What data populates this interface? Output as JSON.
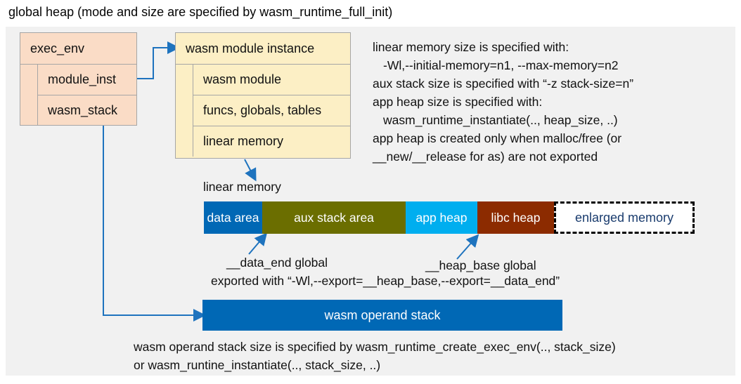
{
  "title": "global heap (mode and size are specified by wasm_runtime_full_init)",
  "exec_env": {
    "header": "exec_env",
    "rows": [
      {
        "label": "module_inst"
      },
      {
        "label": "wasm_stack"
      }
    ]
  },
  "module_instance": {
    "header": "wasm module instance",
    "rows": [
      {
        "label": "wasm module"
      },
      {
        "label": "funcs, globals, tables"
      },
      {
        "label": "linear memory"
      }
    ]
  },
  "notes_right": {
    "lines": [
      "linear memory size is specified with:",
      "-Wl,--initial-memory=n1, --max-memory=n2",
      "aux stack size is specified with “-z stack-size=n”",
      "app heap size is specified with:",
      "wasm_runtime_instantiate(.., heap_size, ..)",
      "app heap is created only when malloc/free (or",
      "__new/__release for as) are not exported"
    ]
  },
  "linear_memory": {
    "label": "linear memory",
    "segments": [
      {
        "label": "data area",
        "color": "#0068B5",
        "text_color": "#FFFFFF"
      },
      {
        "label": "aux stack area",
        "color": "#6B6E00",
        "text_color": "#FFFFFF"
      },
      {
        "label": "app heap",
        "color": "#00AEEF",
        "text_color": "#FFFFFF"
      },
      {
        "label": "libc heap",
        "color": "#8C2B00",
        "text_color": "#FFFFFF"
      },
      {
        "label": "enlarged memory",
        "color": "#FFFFFF",
        "text_color": "#1A3C6E"
      }
    ]
  },
  "annotations": {
    "data_end": "__data_end global",
    "heap_base": "__heap_base global",
    "exported": "exported with “-Wl,--export=__heap_base,--export=__data_end”"
  },
  "operand_stack": {
    "label": "wasm operand stack"
  },
  "notes_bottom": {
    "line1": "wasm operand stack size is specified by wasm_runtime_create_exec_env(.., stack_size)",
    "line2": "or wasm_runtine_instantiate(.., stack_size, ..)"
  },
  "colors": {
    "panel_bg": "#F1F1F1",
    "box_pink": "#FADCC6",
    "box_cream": "#FCEFC5",
    "box_border": "#A6A6A6",
    "bar_blue": "#0068B5",
    "bar_olive": "#6B6E00",
    "bar_cyan": "#00AEEF",
    "bar_maroon": "#8C2B00",
    "navy_text": "#1A3C6E",
    "arrow_blue": "#1E73BE"
  }
}
